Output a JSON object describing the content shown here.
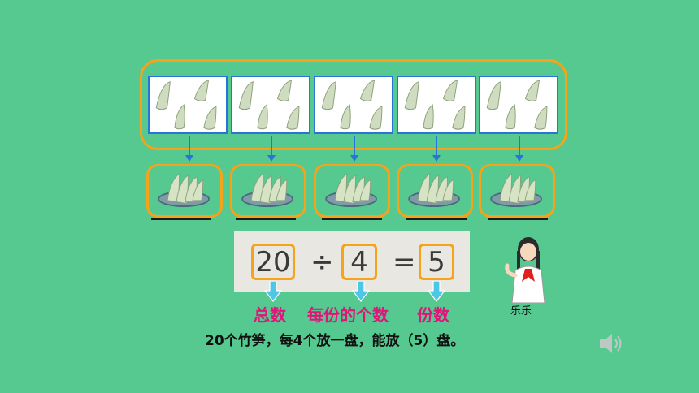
{
  "equation": {
    "dividend": "20",
    "divide_sign": "÷",
    "divisor": "4",
    "equals_sign": "=",
    "quotient": "5"
  },
  "labels": {
    "total": "总数",
    "per_share": "每份的个数",
    "shares": "份数"
  },
  "sentence": "20个竹笋，每4个放一盘，能放（5）盘。",
  "character_name": "乐乐",
  "colors": {
    "background": "#56c991",
    "accent_border": "#f5a31a",
    "label_text": "#e0157a",
    "arrow": "#2a73d9",
    "cyan_arrow": "#4ec7e6"
  },
  "icons": [
    "bamboo-shoot-icon",
    "plate-icon",
    "girl-character-icon",
    "speaker-icon",
    "arrow-down-icon"
  ]
}
